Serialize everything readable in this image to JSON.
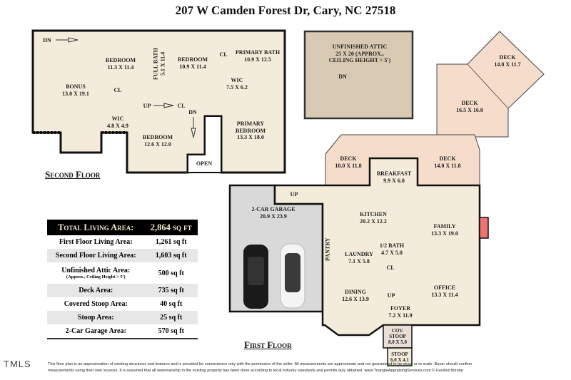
{
  "title": "207 W Camden Forest Dr, Cary, NC 27518",
  "second_floor": {
    "name": "Second Floor",
    "rooms": [
      {
        "name": "BONUS",
        "dims": "13.0 X 19.1"
      },
      {
        "name": "BEDROOM",
        "dims": "11.3 X 11.4"
      },
      {
        "name": "FULL BATH",
        "dims": "5.1 X 11.4"
      },
      {
        "name": "BEDROOM",
        "dims": "10.9 X 11.4"
      },
      {
        "name": "PRIMARY BATH",
        "dims": "10.9 X 12.5"
      },
      {
        "name": "WIC",
        "dims": "7.5 X 6.2"
      },
      {
        "name": "WIC",
        "dims": "4.8 X 4.9"
      },
      {
        "name": "BEDROOM",
        "dims": "12.6 X 12.0"
      },
      {
        "name": "PRIMARY BEDROOM",
        "dims": "13.3 X 18.0"
      }
    ],
    "marks": {
      "dn1": "DN",
      "dn2": "DN",
      "up": "UP",
      "cl1": "CL",
      "cl2": "CL",
      "cl3": "CL",
      "open": "OPEN"
    }
  },
  "attic": {
    "name": "UNFINISHED ATTIC",
    "line2": "25 X 20 (APPROX.,",
    "line3": "CEILING HEIGHT > 5')",
    "dn": "DN"
  },
  "decks": [
    {
      "name": "DECK",
      "dims": "14.0 X 11.7"
    },
    {
      "name": "DECK",
      "dims": "16.5 X 16.0"
    },
    {
      "name": "DECK",
      "dims": "10.0 X 11.8"
    },
    {
      "name": "DECK",
      "dims": "14.0 X 11.8"
    }
  ],
  "first_floor": {
    "name": "First Floor",
    "rooms": [
      {
        "name": "BREAKFAST",
        "dims": "9.9 X 6.0"
      },
      {
        "name": "2-CAR GARAGE",
        "dims": "20.9 X 23.9"
      },
      {
        "name": "KITCHEN",
        "dims": "20.2 X 12.2"
      },
      {
        "name": "FAMILY",
        "dims": "13.3 X 19.0"
      },
      {
        "name": "1/2 BATH",
        "dims": "4.7 X 5.0"
      },
      {
        "name": "LAUNDRY",
        "dims": "7.1 X 5.8"
      },
      {
        "name": "DINING",
        "dims": "12.6 X 13.9"
      },
      {
        "name": "OFFICE",
        "dims": "13.3 X 11.4"
      },
      {
        "name": "FOYER",
        "dims": "7.2 X 11.9"
      },
      {
        "name": "COV. STOOP",
        "dims": "8.0 X 5.0"
      },
      {
        "name": "STOOP",
        "dims": "6.0 X 4.1"
      }
    ],
    "marks": {
      "up1": "UP",
      "up2": "UP",
      "cl": "CL",
      "pantry": "PANTRY"
    }
  },
  "areas": {
    "header": {
      "label": "Total Living Area:",
      "value": "2,864 sq ft"
    },
    "rows": [
      {
        "label": "First Floor Living Area:",
        "value": "1,261 sq ft"
      },
      {
        "label": "Second Floor Living Area:",
        "value": "1,603 sq ft"
      },
      {
        "label": "Unfinished Attic Area:",
        "note": "(Approx., Ceiling Height > 5')",
        "value": "500 sq ft"
      },
      {
        "label": "Deck Area:",
        "value": "735 sq ft"
      },
      {
        "label": "Covered Stoop Area:",
        "value": "40 sq ft"
      },
      {
        "label": "Stoop Area:",
        "value": "25 sq ft"
      },
      {
        "label": "2-Car Garage Area:",
        "value": "570 sq ft"
      }
    ]
  },
  "footer": {
    "logo": "TMLS",
    "line1": "This floor plan is an approximation of existing structures and features and is provided for convenience only with the permission of the seller.  All measurements are approximate and not guaranteed to be exact or to scale.  Buyer should confirm",
    "line2": "measurements using their own sources.  It is assumed that all workmanship in the existing property has been done according to local industry standards and permits duly obtained.      www.TriangleAppraisingServices.com     © Farshid Bondar"
  },
  "colors": {
    "interior": "#f3ecda",
    "deck": "#f6dccb",
    "attic": "#d8cab2",
    "garage": "#d9d9d9",
    "fireplace": "#f07373",
    "stoop": "#eadfd6"
  }
}
